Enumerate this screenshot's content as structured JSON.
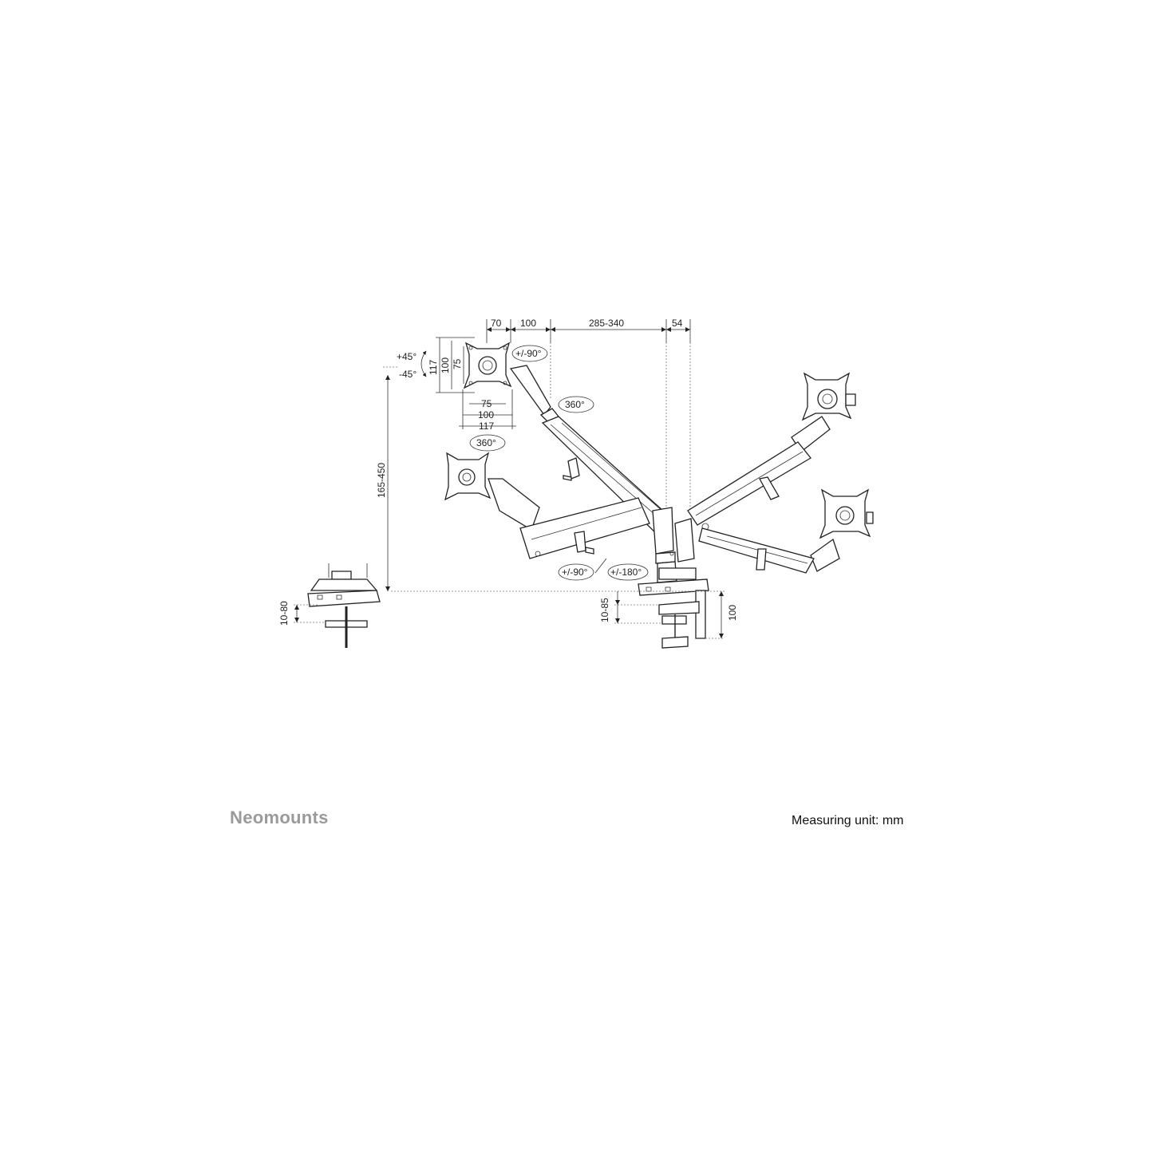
{
  "brand": {
    "name": "Neomounts"
  },
  "footer": {
    "measuring_unit": "Measuring unit: mm"
  },
  "dimensions": {
    "top_70": "70",
    "top_100": "100",
    "top_285_340": "285-340",
    "top_54": "54",
    "tilt_plus": "+45°",
    "tilt_minus": "-45°",
    "vesa_v_117": "117",
    "vesa_v_100": "100",
    "vesa_v_75": "75",
    "vesa_h_75": "75",
    "vesa_h_100": "100",
    "vesa_h_117": "117",
    "rotate_pm90_top": "+/-90°",
    "swivel_360_right": "360°",
    "swivel_360_left": "360°",
    "height_165_450": "165-450",
    "rotate_pm90_bottom": "+/-90°",
    "rotate_pm180": "+/-180°",
    "desk_10_85": "10-85",
    "clamp_100": "100",
    "grommet_10_80": "10-80"
  }
}
